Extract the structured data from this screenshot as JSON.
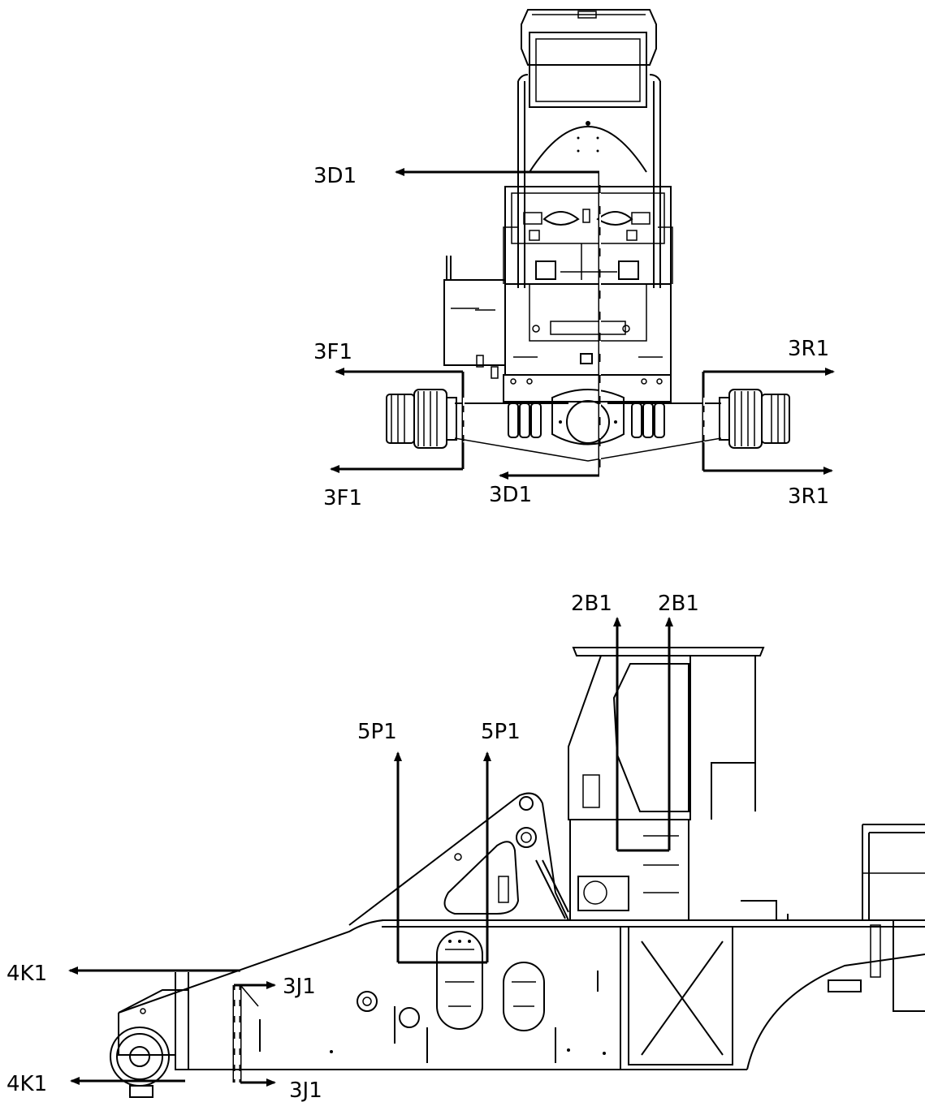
{
  "front_view": {
    "labels": {
      "d1_top": "3D1",
      "d1_bottom": "3D1",
      "f1_top": "3F1",
      "f1_bottom": "3F1",
      "r1_top": "3R1",
      "r1_bottom": "3R1"
    }
  },
  "side_view": {
    "labels": {
      "b1_left": "2B1",
      "b1_right": "2B1",
      "p1_left": "5P1",
      "p1_right": "5P1",
      "k1_top": "4K1",
      "k1_bottom": "4K1",
      "j1_top": "3J1",
      "j1_bottom": "3J1"
    }
  },
  "colors": {
    "line": "#000000",
    "background": "#ffffff"
  }
}
